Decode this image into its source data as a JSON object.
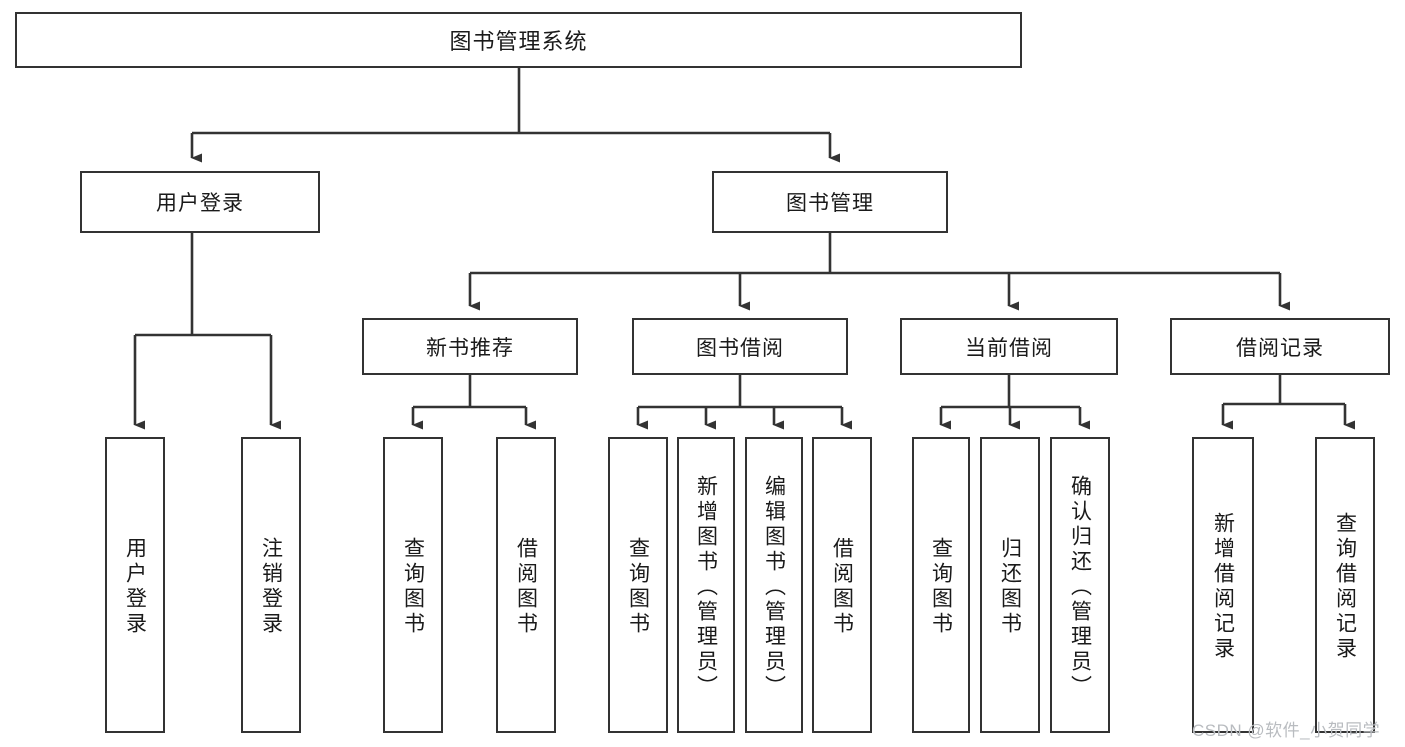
{
  "diagram": {
    "type": "tree-hierarchy",
    "title": "图书管理系统",
    "watermark": "CSDN @软件_小贺同学",
    "colors": {
      "stroke": "#333333",
      "background": "#ffffff",
      "text": "#1a1a1a",
      "watermark": "#b9bcc0"
    },
    "levels": [
      {
        "level": 1,
        "nodes": [
          {
            "id": "root",
            "label": "图书管理系统",
            "orientation": "horizontal"
          }
        ]
      },
      {
        "level": 2,
        "nodes": [
          {
            "id": "login",
            "label": "用户登录",
            "orientation": "horizontal",
            "parent": "root"
          },
          {
            "id": "bookmgmt",
            "label": "图书管理",
            "orientation": "horizontal",
            "parent": "root"
          }
        ]
      },
      {
        "level": 3,
        "nodes": [
          {
            "id": "newbooks",
            "label": "新书推荐",
            "orientation": "horizontal",
            "parent": "bookmgmt"
          },
          {
            "id": "borrow",
            "label": "图书借阅",
            "orientation": "horizontal",
            "parent": "bookmgmt"
          },
          {
            "id": "current",
            "label": "当前借阅",
            "orientation": "horizontal",
            "parent": "bookmgmt"
          },
          {
            "id": "records",
            "label": "借阅记录",
            "orientation": "horizontal",
            "parent": "bookmgmt"
          }
        ]
      },
      {
        "level": 4,
        "nodes": [
          {
            "id": "leaf-user-login",
            "label": "用户登录",
            "orientation": "vertical",
            "parent": "login"
          },
          {
            "id": "leaf-user-logout",
            "label": "注销登录",
            "orientation": "vertical",
            "parent": "login"
          },
          {
            "id": "leaf-nb-query",
            "label": "查询图书",
            "orientation": "vertical",
            "parent": "newbooks"
          },
          {
            "id": "leaf-nb-borrow",
            "label": "借阅图书",
            "orientation": "vertical",
            "parent": "newbooks"
          },
          {
            "id": "leaf-bw-query",
            "label": "查询图书",
            "orientation": "vertical",
            "parent": "borrow"
          },
          {
            "id": "leaf-bw-add",
            "label": "新增图书（管理员）",
            "orientation": "vertical",
            "parent": "borrow"
          },
          {
            "id": "leaf-bw-edit",
            "label": "编辑图书（管理员）",
            "orientation": "vertical",
            "parent": "borrow"
          },
          {
            "id": "leaf-bw-borrow",
            "label": "借阅图书",
            "orientation": "vertical",
            "parent": "borrow"
          },
          {
            "id": "leaf-cu-query",
            "label": "查询图书",
            "orientation": "vertical",
            "parent": "current"
          },
          {
            "id": "leaf-cu-return",
            "label": "归还图书",
            "orientation": "vertical",
            "parent": "current"
          },
          {
            "id": "leaf-cu-confirm",
            "label": "确认归还（管理员）",
            "orientation": "vertical",
            "parent": "current"
          },
          {
            "id": "leaf-rc-add",
            "label": "新增借阅记录",
            "orientation": "vertical",
            "parent": "records"
          },
          {
            "id": "leaf-rc-query",
            "label": "查询借阅记录",
            "orientation": "vertical",
            "parent": "records"
          }
        ]
      }
    ]
  }
}
